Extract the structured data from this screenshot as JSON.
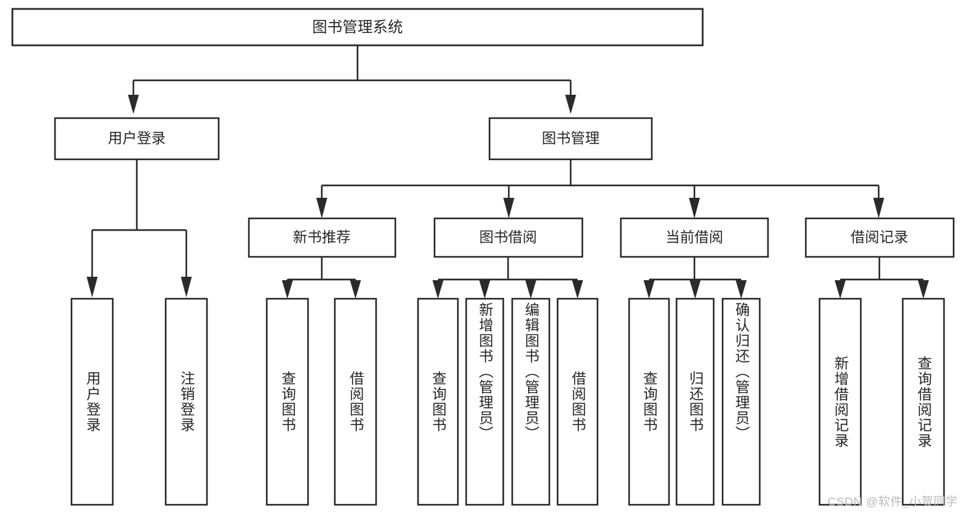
{
  "diagram": {
    "type": "tree",
    "title": "图书管理系统",
    "background_color": "#ffffff",
    "line_color": "#2b2b2b",
    "text_color": "#262626",
    "watermark": "CSDN @软件_小贺同学",
    "levels": {
      "root": {
        "label": "图书管理系统"
      },
      "level2": [
        {
          "label": "用户登录"
        },
        {
          "label": "图书管理"
        }
      ],
      "level3": [
        {
          "label": "新书推荐"
        },
        {
          "label": "图书借阅"
        },
        {
          "label": "当前借阅"
        },
        {
          "label": "借阅记录"
        }
      ]
    },
    "leaves": {
      "user_login": [
        {
          "label": "用户登录"
        },
        {
          "label": "注销登录"
        }
      ],
      "new_book_recommend": [
        {
          "label": "查询图书"
        },
        {
          "label": "借阅图书"
        }
      ],
      "book_borrow": [
        {
          "label": "查询图书"
        },
        {
          "label": "新增图书（管理员）"
        },
        {
          "label": "编辑图书（管理员）"
        },
        {
          "label": "借阅图书"
        }
      ],
      "current_borrow": [
        {
          "label": "查询图书"
        },
        {
          "label": "归还图书"
        },
        {
          "label": "确认归还（管理员）"
        }
      ],
      "borrow_record": [
        {
          "label": "新增借阅记录"
        },
        {
          "label": "查询借阅记录"
        }
      ]
    }
  }
}
